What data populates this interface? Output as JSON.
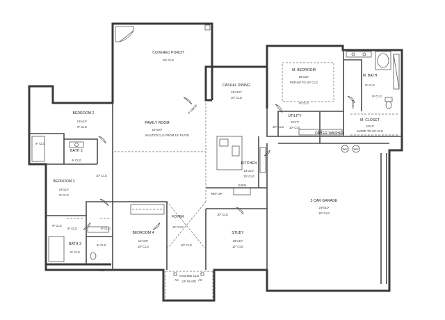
{
  "rooms": {
    "covered_porch": {
      "name": "COVERED PORCH",
      "ceiling": "10⁰ CLG"
    },
    "casual_dining": {
      "name": "CASUAL DINING",
      "size": "13⁶x12¹⁰",
      "ceiling": "10⁰ CLG"
    },
    "master_bedroom": {
      "name": "M. BEDROOM",
      "size": "16⁸x16⁰",
      "ceiling_a": "POP-UP TO 10⁰ CLG",
      "ceiling_b": "9⁰ CLG"
    },
    "master_bath": {
      "name": "M. BATH",
      "ceiling": "9⁰ CLG"
    },
    "linen": {
      "name": "LINEN"
    },
    "bedroom_2": {
      "name": "BEDROOM 2",
      "size": "12⁶x11⁰",
      "ceiling": "9⁰ CLG"
    },
    "family_room": {
      "name": "FAMILY ROOM",
      "size": "19⁶x20⁶",
      "ceiling": "VAULTED CLG FROM 10⁰ PLATE"
    },
    "utility": {
      "name": "UTILITY",
      "size": "12⁰x7⁰",
      "ceiling": "10⁰ CLG"
    },
    "dryer_washer": {
      "name": "DRYER WASHER"
    },
    "master_closet": {
      "name": "M. CLOSET",
      "size": "12⁶x7⁰",
      "ceiling": "SLOPE TO 10⁰ CLG"
    },
    "bath_2": {
      "name": "BATH 2",
      "ceiling": "9⁰ CLG"
    },
    "kitchen": {
      "name": "KITCHEN",
      "size": "13⁶x14⁰",
      "ceiling": "10⁰ CLG"
    },
    "bedroom_3": {
      "name": "BEDROOM 3",
      "size": "14⁰x11⁰",
      "ceiling": "9⁰ CLG"
    },
    "ref_sp": {
      "name": "REF. SP."
    },
    "oven": {
      "name": "OVEN"
    },
    "garage": {
      "name": "3 CAR GARAGE",
      "size": "24⁸x31⁸",
      "ceiling": "10⁰ CLG"
    },
    "foyer": {
      "name": "FOYER",
      "ceiling": "12⁰ CLG"
    },
    "bedroom_4": {
      "name": "BEDROOM 4",
      "size": "11⁶x10⁰",
      "ceiling": "10⁰ CLG"
    },
    "study": {
      "name": "STUDY",
      "size": "13⁶x12⁰",
      "ceiling": "12⁰ CLG"
    },
    "bath_3": {
      "name": "BATH 3",
      "ceiling": "9⁰ CLG"
    },
    "entry_porch": {
      "name": "VAULTED CLG",
      "ceiling": "12⁰ PLATE"
    }
  },
  "misc": {
    "wall_ceiling_labels": [
      "9⁰ CLG",
      "10⁰ CLG",
      "10⁰ CLG",
      "9⁰ CLG",
      "9⁰ CLG",
      "9⁰ CLG",
      "9⁰ CLG",
      "9⁰ CLG",
      "10⁰ CLG",
      "10⁰ CLG"
    ],
    "door_note": "8' DOOR",
    "hose_bib": "HB",
    "wh_a": "WH",
    "wh_b": "WH",
    "ac_left": "AC",
    "ac_right": "AC"
  }
}
